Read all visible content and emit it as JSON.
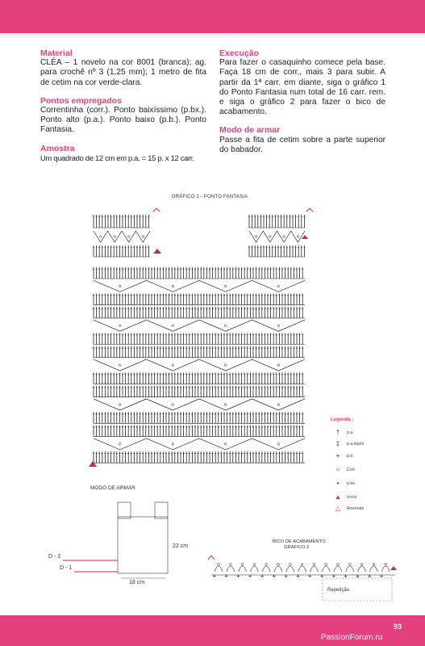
{
  "left_column": {
    "material_heading": "Material",
    "material_text": "CLÉA – 1 novelo na cor 8001 (branca); ag. para crochê nº 3 (1,25 mm); 1 metro de fita de cetim na cor verde-clara.",
    "pontos_heading": "Pontos empregados",
    "pontos_text": "Correntinha (corr.). Ponto baixíssimo (p.bx.). Ponto alto (p.a.). Ponto baixo (p.b.). Ponto Fantasia.",
    "amostra_heading": "Amostra",
    "amostra_text": "Um quadrado de 12 cm em p.a. = 15 p. x 12 carr."
  },
  "right_column": {
    "execucao_heading": "Execução",
    "execucao_text": "Para fazer o casaquinho comece pela base. Faça 18 cm de corr., mais 3 para subir. A partir da 1ª carr. em diante, siga o gráfico 1 do Ponto Fantasia num total de 16 carr. rem. e siga o gráfico 2 para fazer o bico de acabamento.",
    "modo_heading": "Modo de armar",
    "modo_text": "Passe a fita de cetim sobre a parte superior do babador."
  },
  "grafico1_title": "GRÁFICO 1 - PONTO FANTASIA",
  "legend": {
    "title": "Legenda :",
    "items": [
      {
        "icon": "p-a-symbol",
        "symbol": "†",
        "label": "p.a."
      },
      {
        "icon": "p-a-duplo-symbol",
        "symbol": "‡",
        "label": "p.a.duplo"
      },
      {
        "icon": "p-b-symbol",
        "symbol": "+",
        "label": "p.b."
      },
      {
        "icon": "corr-symbol",
        "symbol": "○",
        "label": "Corr."
      },
      {
        "icon": "p-bx-symbol",
        "symbol": "•",
        "label": "p.bx."
      },
      {
        "icon": "inicio-symbol",
        "symbol": "▲",
        "label": "Início"
      },
      {
        "icon": "arremate-symbol",
        "symbol": "△",
        "label": "Arremate"
      }
    ]
  },
  "modo_de_armar": {
    "title": "MODO DE ARMAR",
    "height_label": "22 cm",
    "width_label": "18 cm",
    "d2_label": "D - 2",
    "d1_label": "D - 1"
  },
  "grafico2": {
    "title_line1": "BICO DE ACABAMENTO",
    "title_line2": "GRÁFICO 2",
    "repeat_label": "Repetição"
  },
  "footer": {
    "page_number": "93",
    "watermark": "PassionForum.ru"
  },
  "colors": {
    "accent": "#e4407e",
    "ink": "#222222",
    "red_mark": "#d12a3a"
  }
}
